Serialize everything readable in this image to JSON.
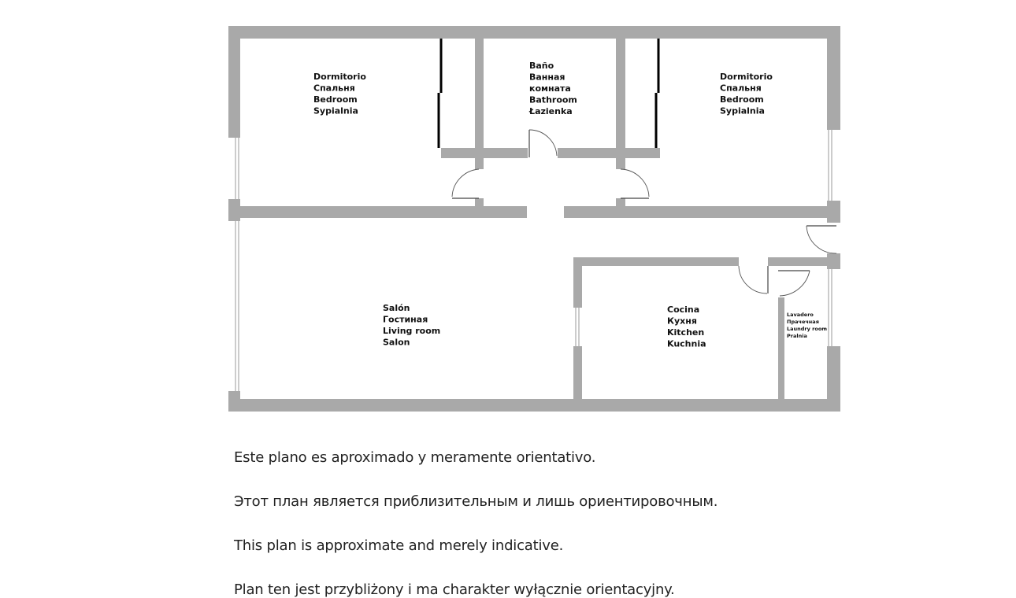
{
  "rooms": {
    "bedroom_left": [
      "Dormitorio",
      "Спальня",
      "Bedroom",
      "Sypialnia"
    ],
    "bathroom": [
      "Baño",
      "Ванная",
      "комната",
      "Bathroom",
      "Łazienka"
    ],
    "bedroom_right": [
      "Dormitorio",
      "Спальня",
      "Bedroom",
      "Sypialnia"
    ],
    "living": [
      "Salón",
      "Гостиная",
      "Living room",
      "Salon"
    ],
    "kitchen": [
      "Cocina",
      "Кухня",
      "Kitchen",
      "Kuchnia"
    ],
    "laundry": [
      "Lavadero",
      "Прачечная",
      "Laundry room",
      "Pralnia"
    ]
  },
  "notes": [
    "Este plano es aproximado y meramente orientativo.",
    "Этот план является приблизительным и лишь ориентировочным.",
    "This plan is approximate and merely indicative.",
    "Plan ten jest przybliżony i ma charakter wyłącznie orientacyjny."
  ],
  "colors": {
    "wall": "#a9a9a9",
    "background": "#ffffff",
    "text": "#222222"
  }
}
